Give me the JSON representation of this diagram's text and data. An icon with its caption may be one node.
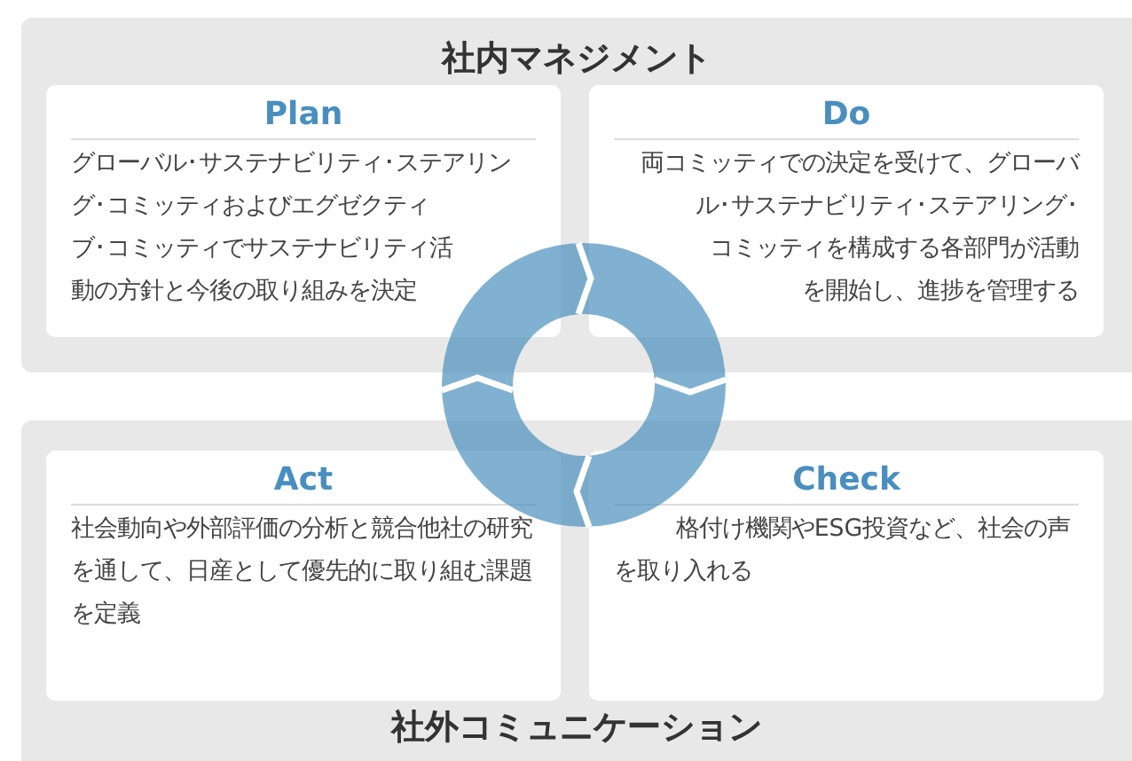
{
  "diagram": {
    "nodes": [
      {
        "text": [
          "社内マネジメント"
        ]
      },
      {
        "text": [
          "Plan",
          "グローバル･サステナビリティ･ステアリング･コミッティおよびエグゼクティブ･コミッティでサステナビリティ活動の方針と今後の取り組みを決定"
        ],
        "in": 0
      },
      {
        "text": [
          "Do",
          "両コミッティでの決定を受けて、グローバル･サステナビリティ･ステアリング･コミッティを構成する各部門が活動を開始し、進捗を管理する"
        ],
        "in": 0
      },
      {
        "text": [
          "社外コミュニケーション"
        ]
      },
      {
        "text": [
          "Act",
          "社会動向や外部評価の分析と競合他社の研究を通して、日産として優先的に取り組む課題を定義"
        ],
        "in": 3
      },
      {
        "text": [
          "Check",
          "格付け機関やESG投資など、社会の声を取り入れる"
        ],
        "in": 3
      }
    ]
  }
}
